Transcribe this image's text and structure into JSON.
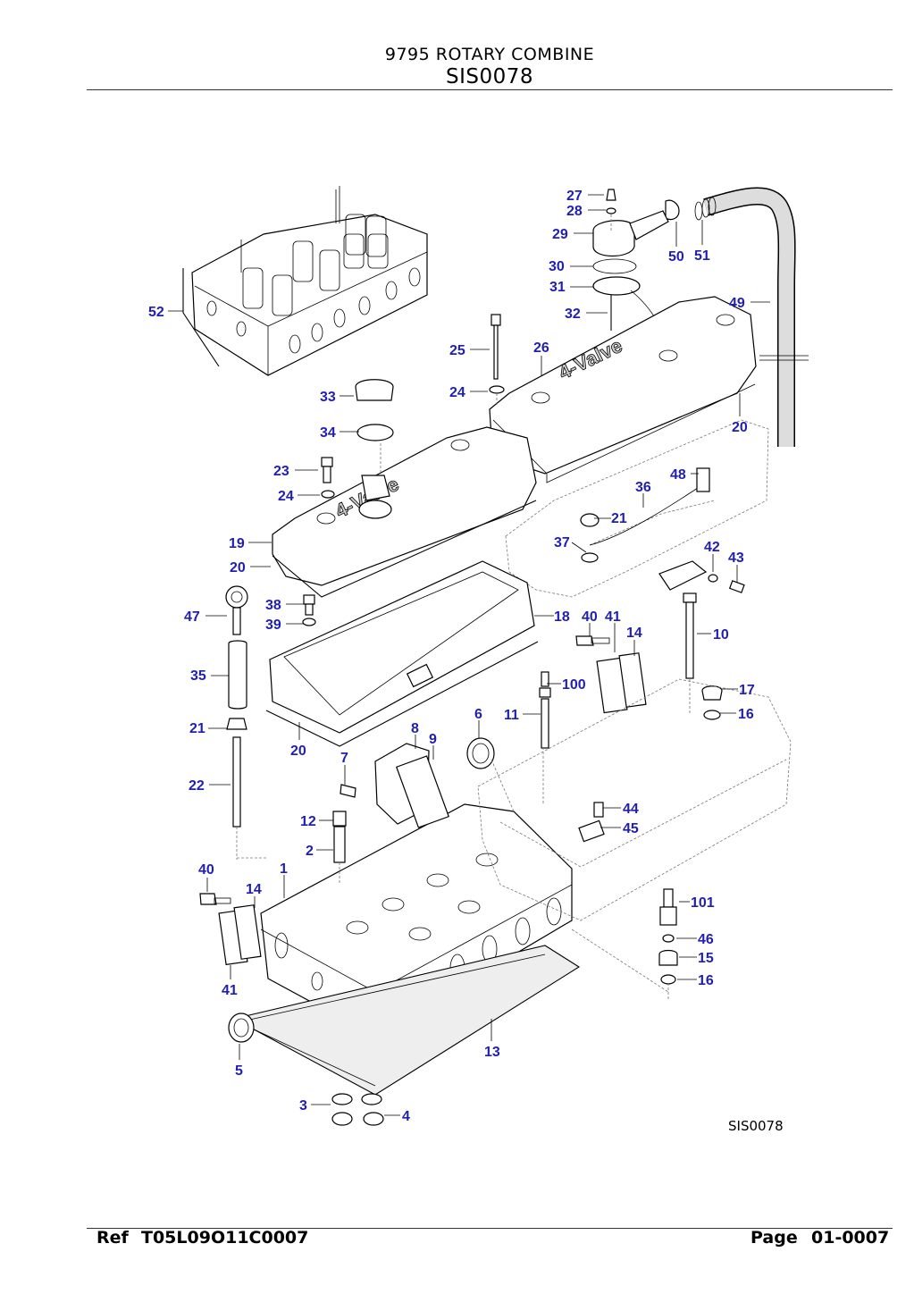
{
  "header": {
    "title": "9795 ROTARY COMBINE",
    "code": "SIS0078"
  },
  "figure": {
    "id_label": "SIS0078",
    "callouts": [
      {
        "num": "27"
      },
      {
        "num": "28"
      },
      {
        "num": "29"
      },
      {
        "num": "30"
      },
      {
        "num": "31"
      },
      {
        "num": "32"
      },
      {
        "num": "50"
      },
      {
        "num": "51"
      },
      {
        "num": "49"
      },
      {
        "num": "52"
      },
      {
        "num": "25"
      },
      {
        "num": "26"
      },
      {
        "num": "24"
      },
      {
        "num": "33"
      },
      {
        "num": "34"
      },
      {
        "num": "20"
      },
      {
        "num": "23"
      },
      {
        "num": "24"
      },
      {
        "num": "48"
      },
      {
        "num": "36"
      },
      {
        "num": "21"
      },
      {
        "num": "19"
      },
      {
        "num": "37"
      },
      {
        "num": "42"
      },
      {
        "num": "43"
      },
      {
        "num": "20"
      },
      {
        "num": "47"
      },
      {
        "num": "38"
      },
      {
        "num": "39"
      },
      {
        "num": "18"
      },
      {
        "num": "40"
      },
      {
        "num": "41"
      },
      {
        "num": "14"
      },
      {
        "num": "10"
      },
      {
        "num": "35"
      },
      {
        "num": "100"
      },
      {
        "num": "17"
      },
      {
        "num": "21"
      },
      {
        "num": "6"
      },
      {
        "num": "11"
      },
      {
        "num": "16"
      },
      {
        "num": "20"
      },
      {
        "num": "8"
      },
      {
        "num": "9"
      },
      {
        "num": "7"
      },
      {
        "num": "22"
      },
      {
        "num": "44"
      },
      {
        "num": "12"
      },
      {
        "num": "45"
      },
      {
        "num": "2"
      },
      {
        "num": "40"
      },
      {
        "num": "1"
      },
      {
        "num": "14"
      },
      {
        "num": "101"
      },
      {
        "num": "46"
      },
      {
        "num": "15"
      },
      {
        "num": "41"
      },
      {
        "num": "16"
      },
      {
        "num": "13"
      },
      {
        "num": "5"
      },
      {
        "num": "3"
      },
      {
        "num": "4"
      }
    ]
  },
  "footer": {
    "ref_label": "Ref",
    "ref_value": "T05L09O11C0007",
    "page_label": "Page",
    "page_value": "01-0007"
  },
  "colors": {
    "callout": "#1f1fb4",
    "line": "#000000"
  }
}
